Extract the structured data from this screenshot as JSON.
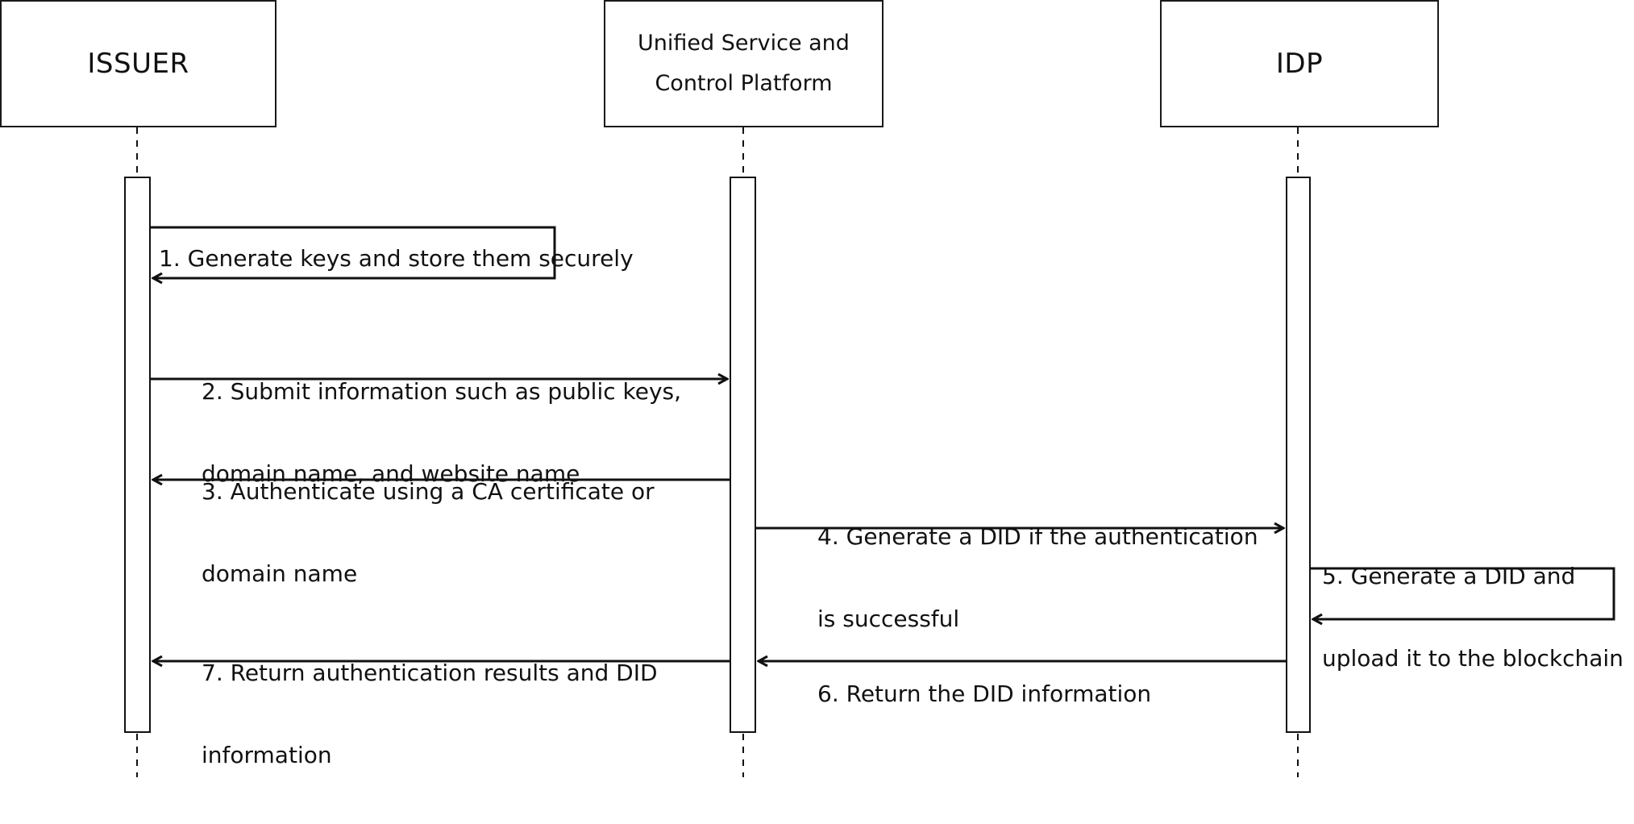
{
  "participants": {
    "issuer": {
      "name": "ISSUER"
    },
    "platform": {
      "name_line1": "Unified Service and",
      "name_line2": "Control Platform"
    },
    "idp": {
      "name": "IDP"
    }
  },
  "messages": [
    {
      "id": "m1",
      "line1": "1. Generate keys and store them securely",
      "line2": ""
    },
    {
      "id": "m2",
      "line1": "2. Submit information such as public keys,",
      "line2": "domain name, and website name"
    },
    {
      "id": "m3",
      "line1": "3. Authenticate using a CA certificate or",
      "line2": "domain name"
    },
    {
      "id": "m4",
      "line1": "4. Generate a DID if the authentication",
      "line2": "is successful"
    },
    {
      "id": "m5",
      "line1": "5. Generate a DID and",
      "line2": "upload it to the blockchain"
    },
    {
      "id": "m6",
      "line1": "6. Return the DID information",
      "line2": ""
    },
    {
      "id": "m7",
      "line1": "7. Return authentication results and DID",
      "line2": "information"
    }
  ]
}
